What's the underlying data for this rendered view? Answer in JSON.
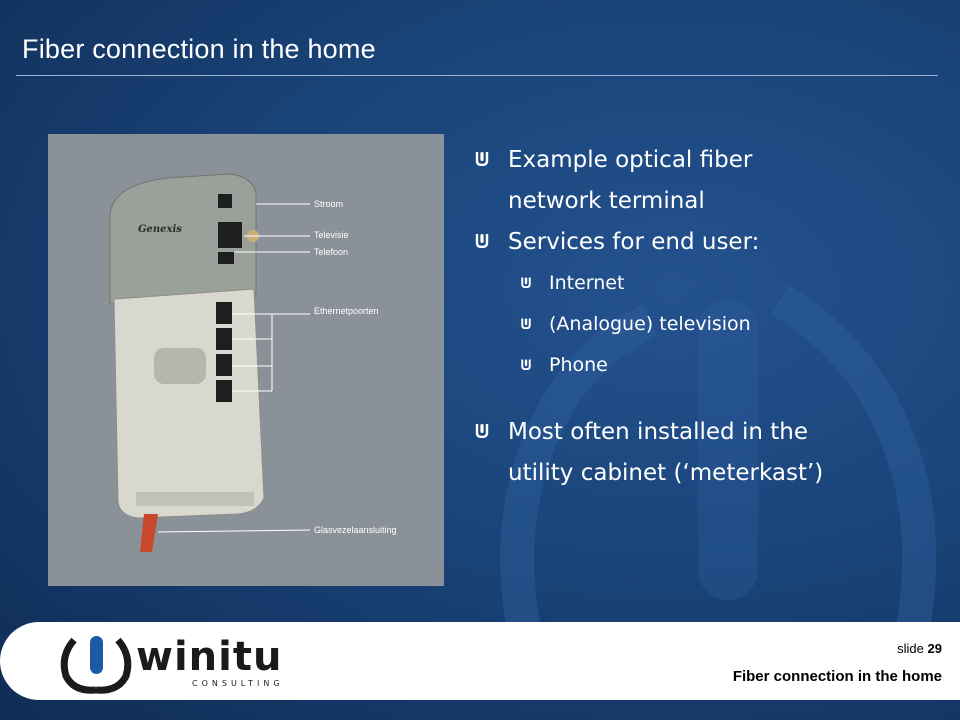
{
  "slide": {
    "title": "Fiber connection in the home",
    "bullets": {
      "b1": "Example optical fiber network terminal",
      "b1_line1": "Example optical fiber",
      "b1_line2": "network terminal",
      "b2": "Services for end user:",
      "sub": [
        "Internet",
        "(Analogue) television",
        "Phone"
      ],
      "b3_line1": "Most often installed in the",
      "b3_line2": "utility cabinet (‘meterkast’)"
    },
    "device_image": {
      "brand": "Genexis",
      "callouts": [
        "Stroom",
        "Televisie",
        "Telefoon",
        "Ethernetpoorten",
        "Glasvezelaansluiting"
      ]
    }
  },
  "footer": {
    "slide_label": "slide",
    "slide_number": "29",
    "footer_title": "Fiber connection in the home",
    "logo_text": "winitu",
    "logo_subtext": "CONSULTING"
  },
  "colors": {
    "background": "#1a4479",
    "text": "#ffffff",
    "footer_bg": "#ffffff",
    "logo_blue": "#1c5aa6"
  },
  "icons": {
    "bullet": "winitu-mark-icon"
  }
}
